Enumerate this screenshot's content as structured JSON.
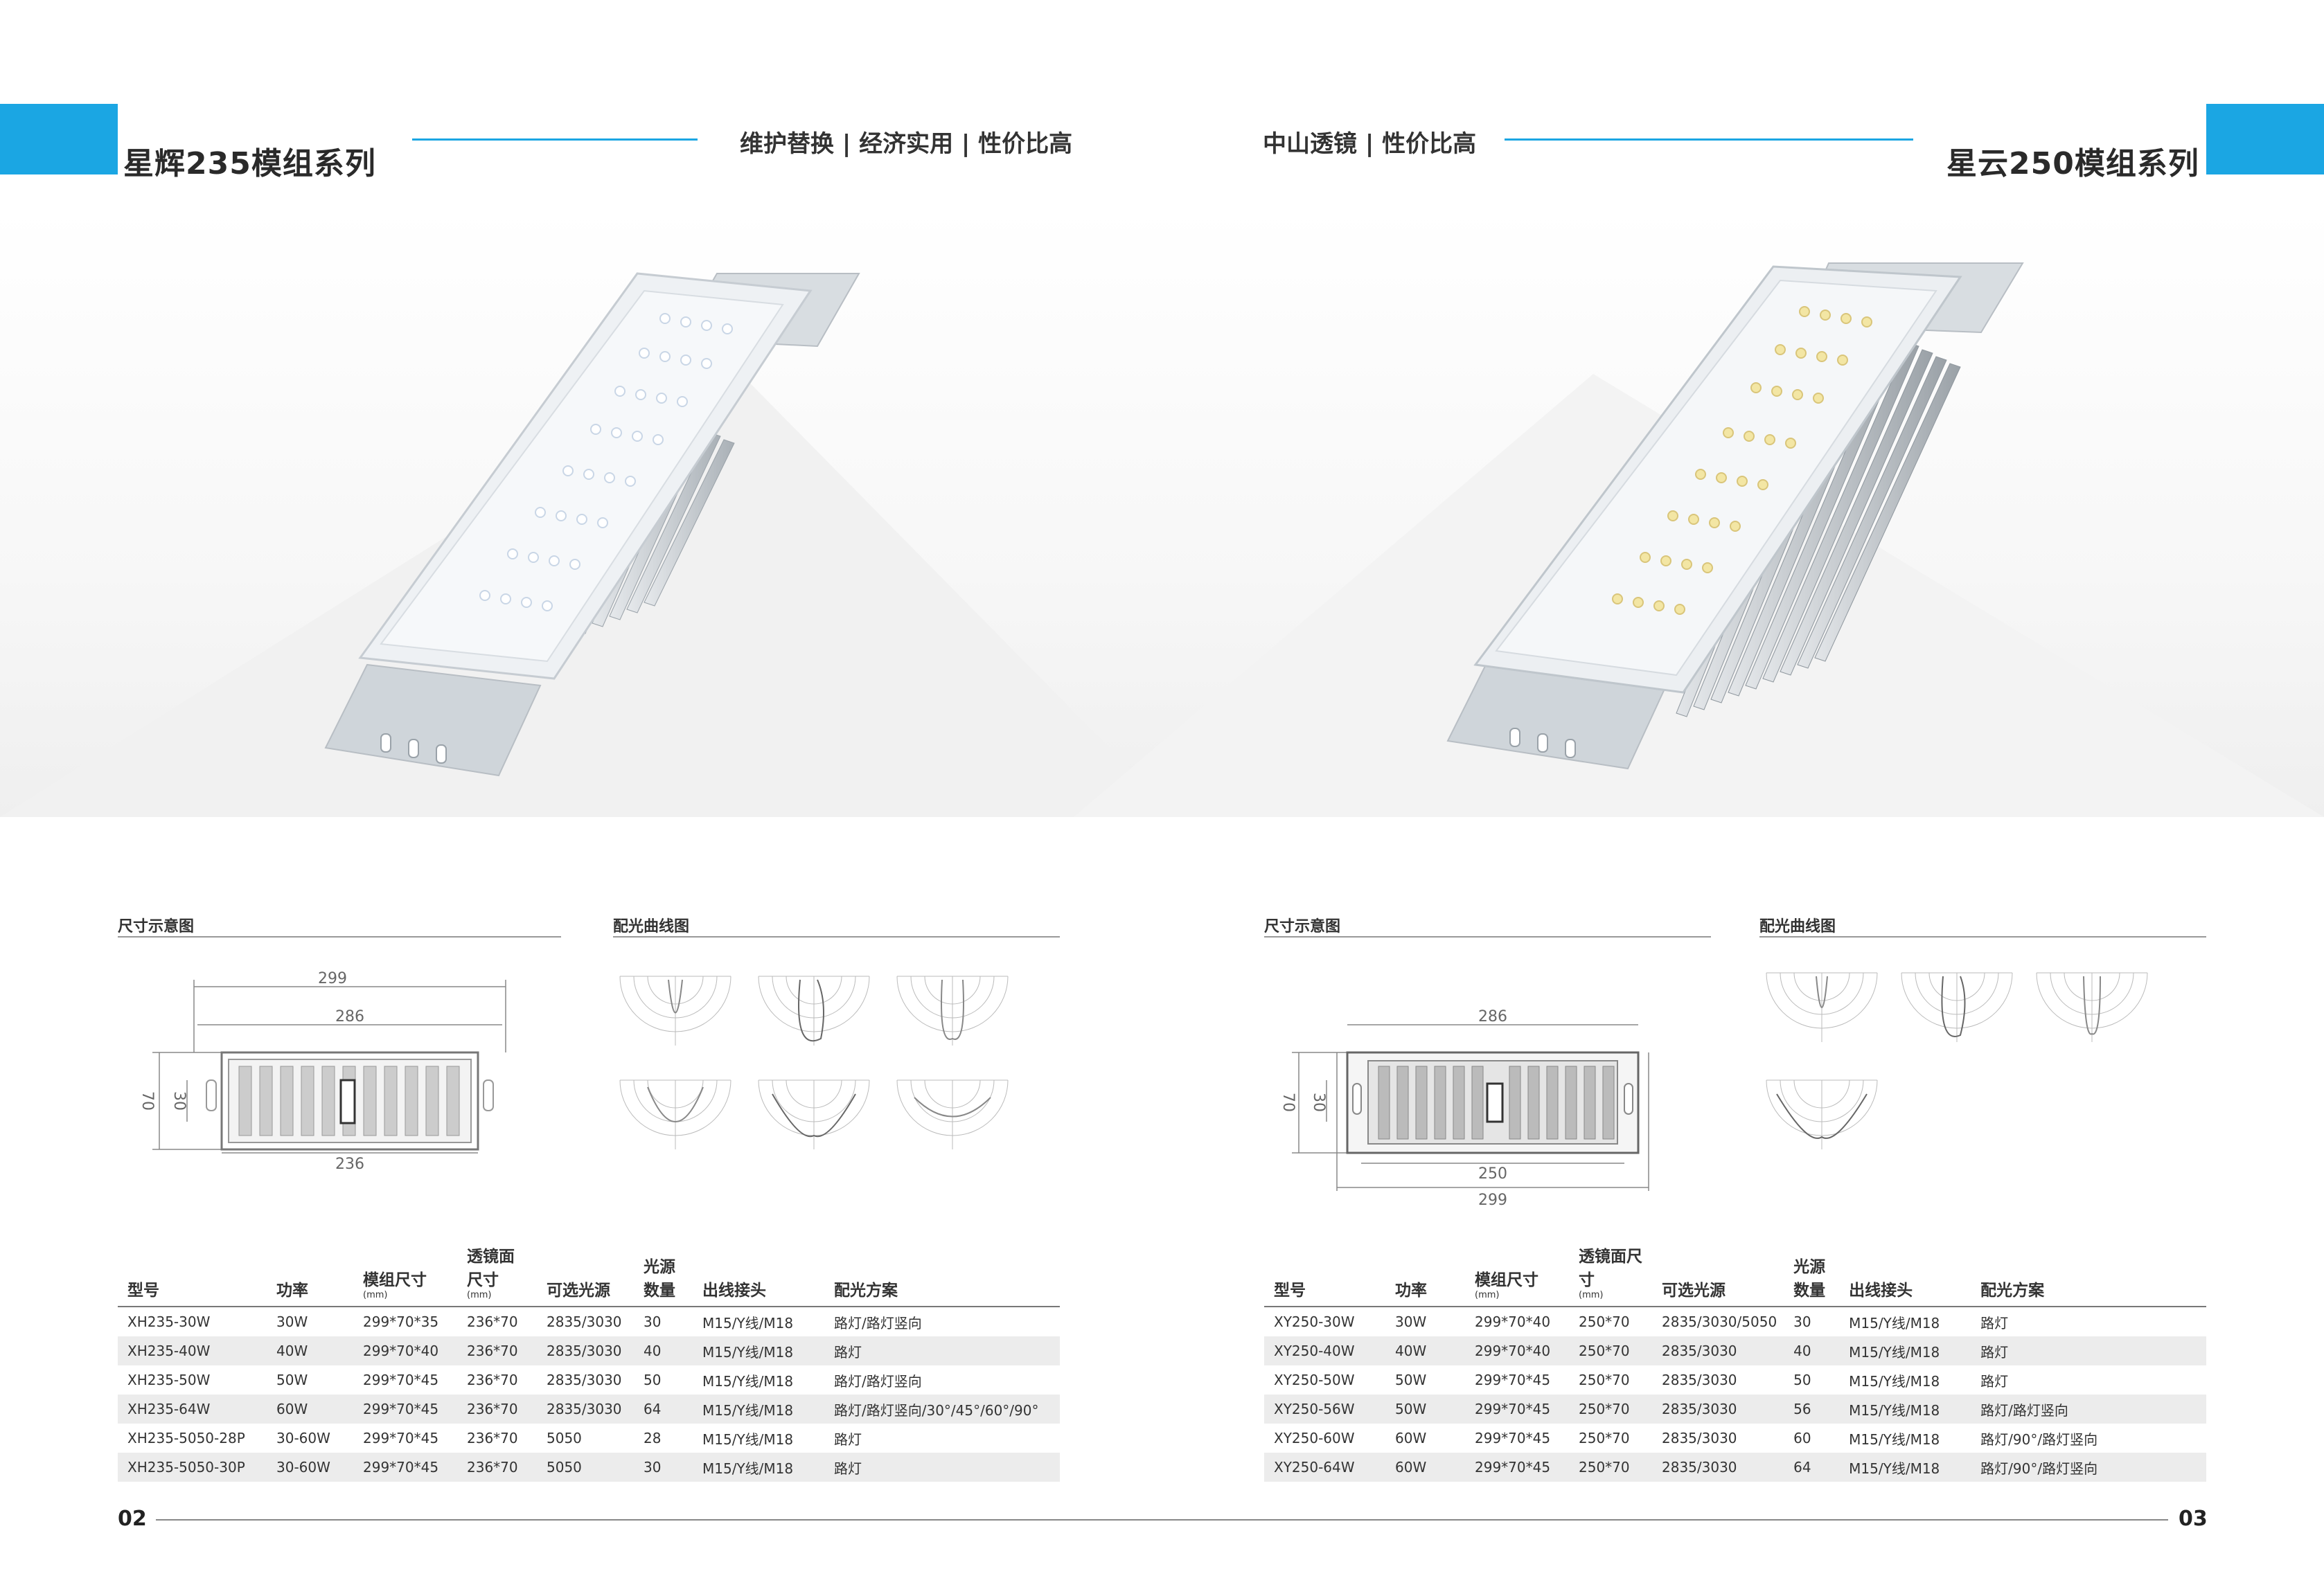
{
  "left": {
    "series_title": "星辉235模组系列",
    "slogan": "维护替换 | 经济实用 | 性价比高",
    "dimension_label": "尺寸示意图",
    "curve_label": "配光曲线图",
    "dims": {
      "overall": "299",
      "hole": "286",
      "lens": "236",
      "height": "70",
      "inner": "30"
    },
    "table": {
      "headers": [
        {
          "main": "型号",
          "unit": ""
        },
        {
          "main": "功率",
          "unit": ""
        },
        {
          "main": "模组尺寸",
          "unit": "(mm)"
        },
        {
          "main": "透镜面尺寸",
          "unit": "(mm)"
        },
        {
          "main": "可选光源",
          "unit": ""
        },
        {
          "main": "光源数量",
          "unit": ""
        },
        {
          "main": "出线接头",
          "unit": ""
        },
        {
          "main": "配光方案",
          "unit": ""
        }
      ],
      "rows": [
        [
          "XH235-30W",
          "30W",
          "299*70*35",
          "236*70",
          "2835/3030",
          "30",
          "M15/Y线/M18",
          "路灯/路灯竖向"
        ],
        [
          "XH235-40W",
          "40W",
          "299*70*40",
          "236*70",
          "2835/3030",
          "40",
          "M15/Y线/M18",
          "路灯"
        ],
        [
          "XH235-50W",
          "50W",
          "299*70*45",
          "236*70",
          "2835/3030",
          "50",
          "M15/Y线/M18",
          "路灯/路灯竖向"
        ],
        [
          "XH235-64W",
          "60W",
          "299*70*45",
          "236*70",
          "2835/3030",
          "64",
          "M15/Y线/M18",
          "路灯/路灯竖向/30°/45°/60°/90°"
        ],
        [
          "XH235-5050-28P",
          "30-60W",
          "299*70*45",
          "236*70",
          "5050",
          "28",
          "M15/Y线/M18",
          "路灯"
        ],
        [
          "XH235-5050-30P",
          "30-60W",
          "299*70*45",
          "236*70",
          "5050",
          "30",
          "M15/Y线/M18",
          "路灯"
        ]
      ]
    },
    "page_number": "02"
  },
  "right": {
    "series_title": "星云250模组系列",
    "slogan": "中山透镜 | 性价比高",
    "dimension_label": "尺寸示意图",
    "curve_label": "配光曲线图",
    "dims": {
      "overall": "299",
      "hole": "286",
      "lens": "250",
      "height": "70",
      "inner": "30"
    },
    "table": {
      "headers": [
        {
          "main": "型号",
          "unit": ""
        },
        {
          "main": "功率",
          "unit": ""
        },
        {
          "main": "模组尺寸",
          "unit": "(mm)"
        },
        {
          "main": "透镜面尺寸",
          "unit": "(mm)"
        },
        {
          "main": "可选光源",
          "unit": ""
        },
        {
          "main": "光源数量",
          "unit": ""
        },
        {
          "main": "出线接头",
          "unit": ""
        },
        {
          "main": "配光方案",
          "unit": ""
        }
      ],
      "rows": [
        [
          "XY250-30W",
          "30W",
          "299*70*40",
          "250*70",
          "2835/3030/5050",
          "30",
          "M15/Y线/M18",
          "路灯"
        ],
        [
          "XY250-40W",
          "40W",
          "299*70*40",
          "250*70",
          "2835/3030",
          "40",
          "M15/Y线/M18",
          "路灯"
        ],
        [
          "XY250-50W",
          "50W",
          "299*70*45",
          "250*70",
          "2835/3030",
          "50",
          "M15/Y线/M18",
          "路灯"
        ],
        [
          "XY250-56W",
          "50W",
          "299*70*45",
          "250*70",
          "2835/3030",
          "56",
          "M15/Y线/M18",
          "路灯/路灯竖向"
        ],
        [
          "XY250-60W",
          "60W",
          "299*70*45",
          "250*70",
          "2835/3030",
          "60",
          "M15/Y线/M18",
          "路灯/90°/路灯竖向"
        ],
        [
          "XY250-64W",
          "60W",
          "299*70*45",
          "250*70",
          "2835/3030",
          "64",
          "M15/Y线/M18",
          "路灯/90°/路灯竖向"
        ]
      ]
    },
    "page_number": "03"
  },
  "colors": {
    "accent": "#1ba6e3",
    "heatsink": "#cfd4d8",
    "led_white": "#f4f8ff",
    "led_warm": "#f3e6a4"
  }
}
